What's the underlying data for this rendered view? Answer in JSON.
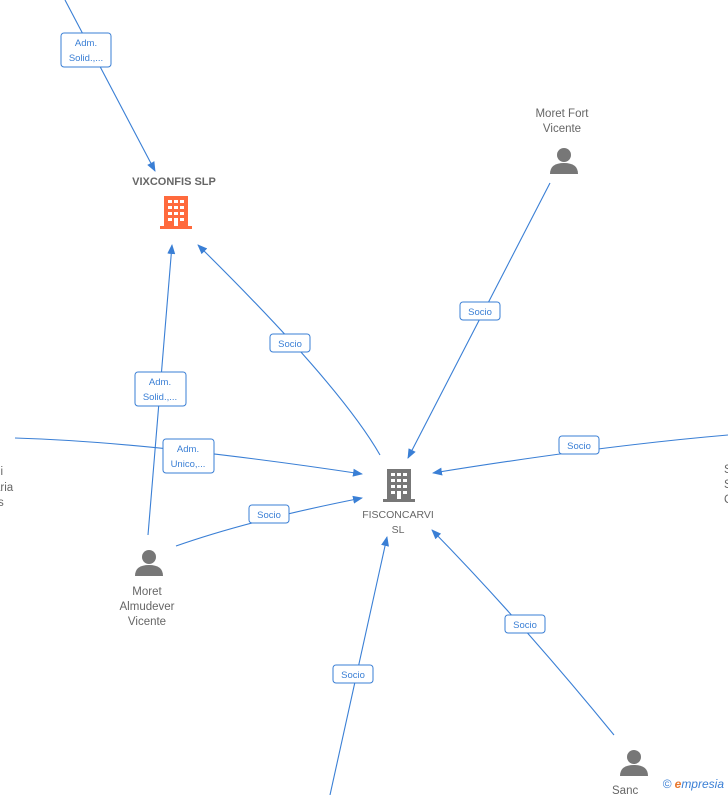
{
  "diagram": {
    "companies": {
      "vixconfis": {
        "label": "VIXCONFIS  SLP",
        "color": "#ff6a3d"
      },
      "fisconcarvi": {
        "label_line1": "FISCONCARVI",
        "label_line2": "SL",
        "color": "#777777"
      }
    },
    "people": {
      "moret_fort": {
        "line1": "Moret Fort",
        "line2": "Vicente"
      },
      "moret_almudever": {
        "line1": "Moret",
        "line2": "Almudever",
        "line3": "Vicente"
      },
      "sanc": {
        "line1": "Sanc"
      },
      "left_partial": {
        "line1": "i",
        "line2": "li",
        "line3": "aria",
        "line4": "s"
      },
      "right_partial": {
        "line1": "S",
        "line2": "S",
        "line3": "C"
      }
    },
    "edge_labels": {
      "adm_solid_top": {
        "l1": "Adm.",
        "l2": "Solid.,..."
      },
      "adm_solid_mid": {
        "l1": "Adm.",
        "l2": "Solid.,..."
      },
      "adm_unico": {
        "l1": "Adm.",
        "l2": "Unico,..."
      },
      "socio": "Socio"
    },
    "colors": {
      "edge": "#3a7fd5",
      "node_text": "#666666",
      "person_icon": "#777777"
    }
  },
  "watermark": {
    "copyright": "©",
    "brand_initial": "e",
    "brand_rest": "mpresia"
  }
}
